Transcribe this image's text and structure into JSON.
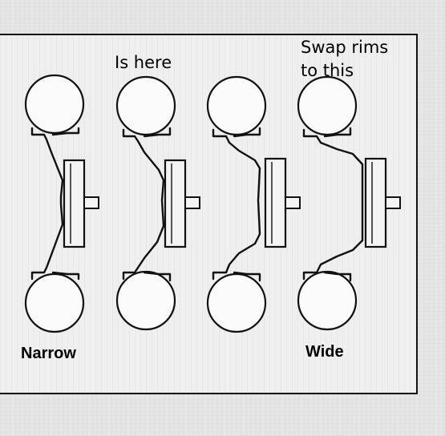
{
  "labels": {
    "is_here": "Is here",
    "swap_line1": "Swap rims",
    "swap_line2": "to this",
    "narrow": "Narrow",
    "wide": "Wide"
  },
  "colors": {
    "ink": "#111111",
    "paper": "#efefef",
    "background": "#e4e4e4"
  },
  "wheels": [
    {
      "name": "wheel-narrow",
      "rim_width": "narrow"
    },
    {
      "name": "wheel-current",
      "rim_width": "medium"
    },
    {
      "name": "wheel-medium-wide",
      "rim_width": "medium-wide"
    },
    {
      "name": "wheel-wide",
      "rim_width": "wide"
    }
  ]
}
